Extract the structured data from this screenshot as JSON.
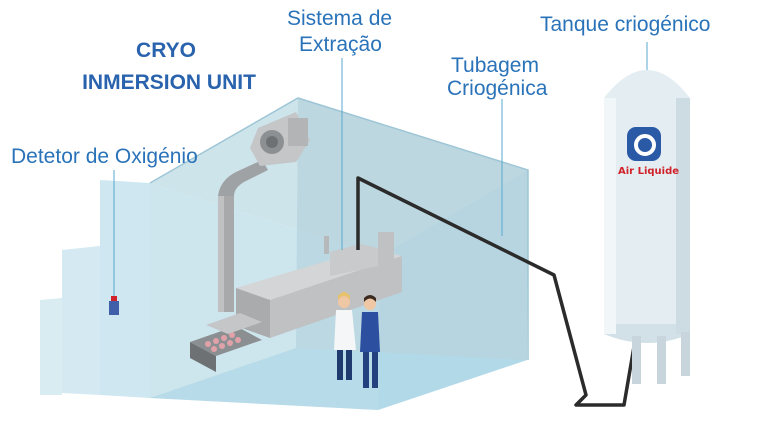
{
  "colors": {
    "accent_blue": "#2a73b9",
    "title_blue": "#2a63ad",
    "room_fill": "#b9dbe8",
    "pipe_dark": "#2b2b2b",
    "tank_fill": "#e4eef3",
    "logo_red": "#d1222a"
  },
  "title": {
    "line1": "CRYO",
    "line2": "INMERSION UNIT"
  },
  "labels": {
    "extraction_line1": "Sistema de",
    "extraction_line2": "Extração",
    "tank": "Tanque criogénico",
    "piping_line1": "Tubagem",
    "piping_line2": "Criogénica",
    "oxygen_detector": "Detetor de Oxigénio"
  },
  "logo": {
    "brand_text": "Air Liquide",
    "icon": "air-liquide-logo-icon"
  }
}
